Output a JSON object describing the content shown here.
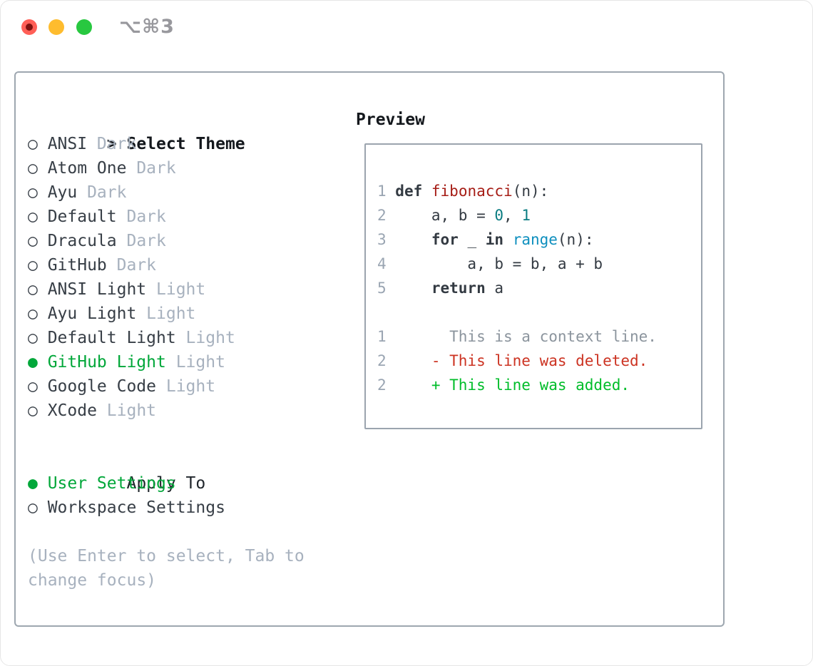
{
  "window": {
    "shortcut": "⌥⌘3",
    "traffic_light_colors": {
      "close": "#ff5f57",
      "minimize": "#febc2e",
      "zoom": "#28c840"
    }
  },
  "glyphs": {
    "prompt": ">",
    "radio_off": "○",
    "radio_on": "●"
  },
  "colors": {
    "accent_green": "#02a73a",
    "diff_added_green": "#00bd2a",
    "diff_deleted_red": "#cc3322",
    "function_red": "#a61d16",
    "number_teal": "#0b7d82",
    "builtin_blue": "#0e8fbe",
    "muted_gray": "#a7b1be",
    "panel_border": "#9ea7b0"
  },
  "theme_picker": {
    "title": "Select Theme",
    "themes": [
      {
        "name": "ANSI",
        "tag": "Dark",
        "selected": false
      },
      {
        "name": "Atom One",
        "tag": "Dark",
        "selected": false
      },
      {
        "name": "Ayu",
        "tag": "Dark",
        "selected": false
      },
      {
        "name": "Default",
        "tag": "Dark",
        "selected": false
      },
      {
        "name": "Dracula",
        "tag": "Dark",
        "selected": false
      },
      {
        "name": "GitHub",
        "tag": "Dark",
        "selected": false
      },
      {
        "name": "ANSI Light",
        "tag": "Light",
        "selected": false
      },
      {
        "name": "Ayu Light",
        "tag": "Light",
        "selected": false
      },
      {
        "name": "Default Light",
        "tag": "Light",
        "selected": false
      },
      {
        "name": "GitHub Light",
        "tag": "Light",
        "selected": true
      },
      {
        "name": "Google Code",
        "tag": "Light",
        "selected": false
      },
      {
        "name": "XCode",
        "tag": "Light",
        "selected": false
      }
    ],
    "apply_to": {
      "title": "Apply To",
      "options": [
        {
          "name": "User Settings",
          "selected": true
        },
        {
          "name": "Workspace Settings",
          "selected": false
        }
      ]
    },
    "help": "(Use Enter to select, Tab to change focus)"
  },
  "preview": {
    "title": "Preview",
    "lines": [
      {
        "num": "1",
        "parts": [
          [
            " ",
            "p"
          ],
          [
            "def",
            "k"
          ],
          [
            " ",
            "p"
          ],
          [
            "fibonacci",
            "f"
          ],
          [
            "(n):",
            "p"
          ]
        ]
      },
      {
        "num": "2",
        "parts": [
          [
            "     a, b = ",
            "p"
          ],
          [
            "0",
            "n"
          ],
          [
            ", ",
            "p"
          ],
          [
            "1",
            "n"
          ]
        ]
      },
      {
        "num": "3",
        "parts": [
          [
            "     ",
            "p"
          ],
          [
            "for",
            "k"
          ],
          [
            " _ ",
            "p"
          ],
          [
            "in",
            "k"
          ],
          [
            " ",
            "p"
          ],
          [
            "range",
            "b"
          ],
          [
            "(n):",
            "p"
          ]
        ]
      },
      {
        "num": "4",
        "parts": [
          [
            "         a, b = b, a + b",
            "p"
          ]
        ]
      },
      {
        "num": "5",
        "parts": [
          [
            "     ",
            "p"
          ],
          [
            "return",
            "k"
          ],
          [
            " a",
            "p"
          ]
        ]
      },
      {
        "blank": true
      },
      {
        "num": "1",
        "parts": [
          [
            "       This is a context line.",
            "ctx"
          ]
        ]
      },
      {
        "num": "2",
        "parts": [
          [
            "     - This line was deleted.",
            "del"
          ]
        ]
      },
      {
        "num": "2",
        "parts": [
          [
            "     + This line was added.",
            "add"
          ]
        ]
      }
    ]
  }
}
